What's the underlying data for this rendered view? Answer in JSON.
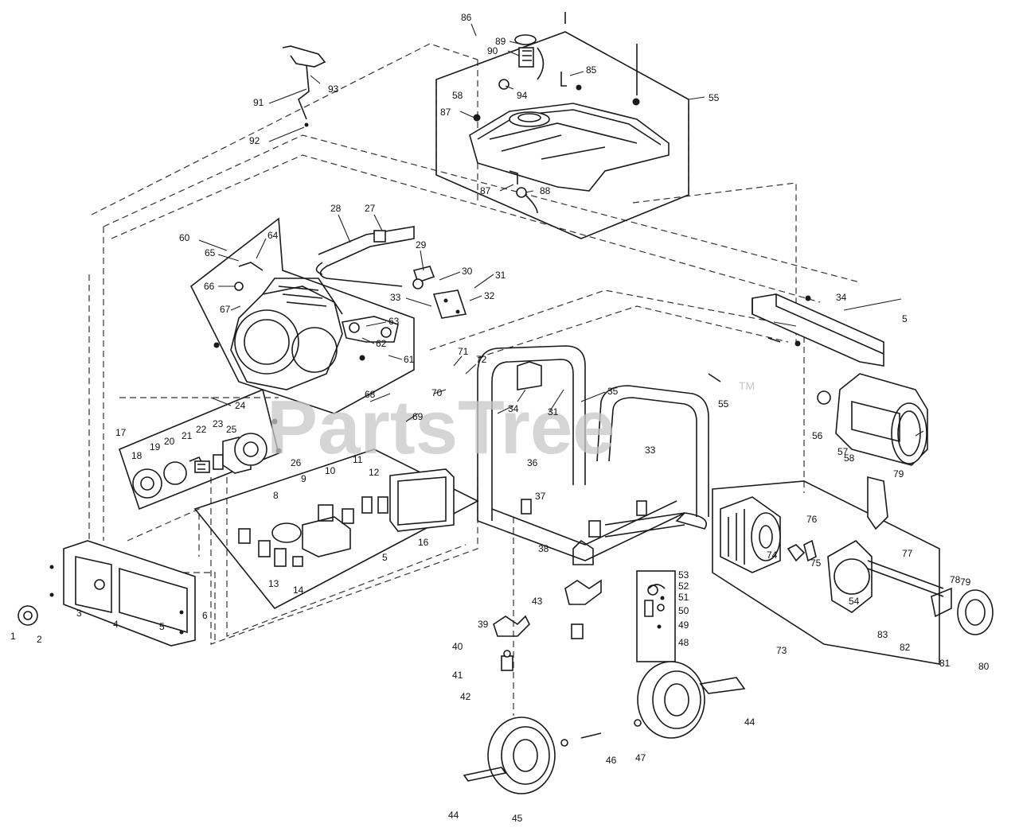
{
  "watermark": {
    "text": "PartsTree",
    "mark": "TM"
  },
  "callouts": [
    {
      "id": "c86",
      "text": "86"
    },
    {
      "id": "c89",
      "text": "89"
    },
    {
      "id": "c90",
      "text": "90"
    },
    {
      "id": "c85a",
      "text": "85"
    },
    {
      "id": "c94",
      "text": "94"
    },
    {
      "id": "c58a",
      "text": "58"
    },
    {
      "id": "c87a",
      "text": "87"
    },
    {
      "id": "c55top",
      "text": "55"
    },
    {
      "id": "c87b",
      "text": "87"
    },
    {
      "id": "c88",
      "text": "88"
    },
    {
      "id": "c91",
      "text": "91"
    },
    {
      "id": "c93",
      "text": "93"
    },
    {
      "id": "c92",
      "text": "92"
    },
    {
      "id": "c28",
      "text": "28"
    },
    {
      "id": "c27",
      "text": "27"
    },
    {
      "id": "c29",
      "text": "29"
    },
    {
      "id": "c30",
      "text": "30"
    },
    {
      "id": "c31",
      "text": "31"
    },
    {
      "id": "c32",
      "text": "32"
    },
    {
      "id": "c33a",
      "text": "33"
    },
    {
      "id": "c60",
      "text": "60"
    },
    {
      "id": "c65a",
      "text": "65"
    },
    {
      "id": "c64",
      "text": "64"
    },
    {
      "id": "c66",
      "text": "66"
    },
    {
      "id": "c67a",
      "text": "67"
    },
    {
      "id": "c63",
      "text": "63"
    },
    {
      "id": "c62",
      "text": "62"
    },
    {
      "id": "c61",
      "text": "61"
    },
    {
      "id": "c71",
      "text": "71"
    },
    {
      "id": "c72",
      "text": "72"
    },
    {
      "id": "c70",
      "text": "70"
    },
    {
      "id": "c34a",
      "text": "34"
    },
    {
      "id": "c35",
      "text": "35"
    },
    {
      "id": "c31b",
      "text": "31"
    },
    {
      "id": "c68",
      "text": "68"
    },
    {
      "id": "c69",
      "text": "69"
    },
    {
      "id": "c34b",
      "text": "34"
    },
    {
      "id": "c5a",
      "text": "5"
    },
    {
      "id": "c55b",
      "text": "55"
    },
    {
      "id": "c56",
      "text": "56"
    },
    {
      "id": "c57",
      "text": "57"
    },
    {
      "id": "c58b",
      "text": "58"
    },
    {
      "id": "c79a",
      "text": "79"
    },
    {
      "id": "c17",
      "text": "17"
    },
    {
      "id": "c18",
      "text": "18"
    },
    {
      "id": "c19",
      "text": "19"
    },
    {
      "id": "c20",
      "text": "20"
    },
    {
      "id": "c21",
      "text": "21"
    },
    {
      "id": "c22",
      "text": "22"
    },
    {
      "id": "c23",
      "text": "23"
    },
    {
      "id": "c25",
      "text": "25"
    },
    {
      "id": "c24",
      "text": "24"
    },
    {
      "id": "c26",
      "text": "26"
    },
    {
      "id": "c36",
      "text": "36"
    },
    {
      "id": "c33b",
      "text": "33"
    },
    {
      "id": "c37",
      "text": "37"
    },
    {
      "id": "c11",
      "text": "11"
    },
    {
      "id": "c12",
      "text": "12"
    },
    {
      "id": "c9",
      "text": "9"
    },
    {
      "id": "c10",
      "text": "10"
    },
    {
      "id": "c8",
      "text": "8"
    },
    {
      "id": "c16",
      "text": "16"
    },
    {
      "id": "c5b",
      "text": "5"
    },
    {
      "id": "c13",
      "text": "13"
    },
    {
      "id": "c14",
      "text": "14"
    },
    {
      "id": "c6",
      "text": "6"
    },
    {
      "id": "c38",
      "text": "38"
    },
    {
      "id": "c76",
      "text": "76"
    },
    {
      "id": "c77",
      "text": "77"
    },
    {
      "id": "c74",
      "text": "74"
    },
    {
      "id": "c75",
      "text": "75"
    },
    {
      "id": "c78",
      "text": "78"
    },
    {
      "id": "c79b",
      "text": "79"
    },
    {
      "id": "c54",
      "text": "54"
    },
    {
      "id": "c83",
      "text": "83"
    },
    {
      "id": "c82",
      "text": "82"
    },
    {
      "id": "c81",
      "text": "81"
    },
    {
      "id": "c80",
      "text": "80"
    },
    {
      "id": "c73",
      "text": "73"
    },
    {
      "id": "c53",
      "text": "53"
    },
    {
      "id": "c52",
      "text": "52"
    },
    {
      "id": "c51",
      "text": "51"
    },
    {
      "id": "c50",
      "text": "50"
    },
    {
      "id": "c49",
      "text": "49"
    },
    {
      "id": "c48",
      "text": "48"
    },
    {
      "id": "c43",
      "text": "43"
    },
    {
      "id": "c39",
      "text": "39"
    },
    {
      "id": "c40",
      "text": "40"
    },
    {
      "id": "c41",
      "text": "41"
    },
    {
      "id": "c42",
      "text": "42"
    },
    {
      "id": "c1",
      "text": "1"
    },
    {
      "id": "c2",
      "text": "2"
    },
    {
      "id": "c3",
      "text": "3"
    },
    {
      "id": "c4",
      "text": "4"
    },
    {
      "id": "c5c",
      "text": "5"
    },
    {
      "id": "c44a",
      "text": "44"
    },
    {
      "id": "c46",
      "text": "46"
    },
    {
      "id": "c47",
      "text": "47"
    },
    {
      "id": "c44b",
      "text": "44"
    },
    {
      "id": "c45",
      "text": "45"
    }
  ]
}
